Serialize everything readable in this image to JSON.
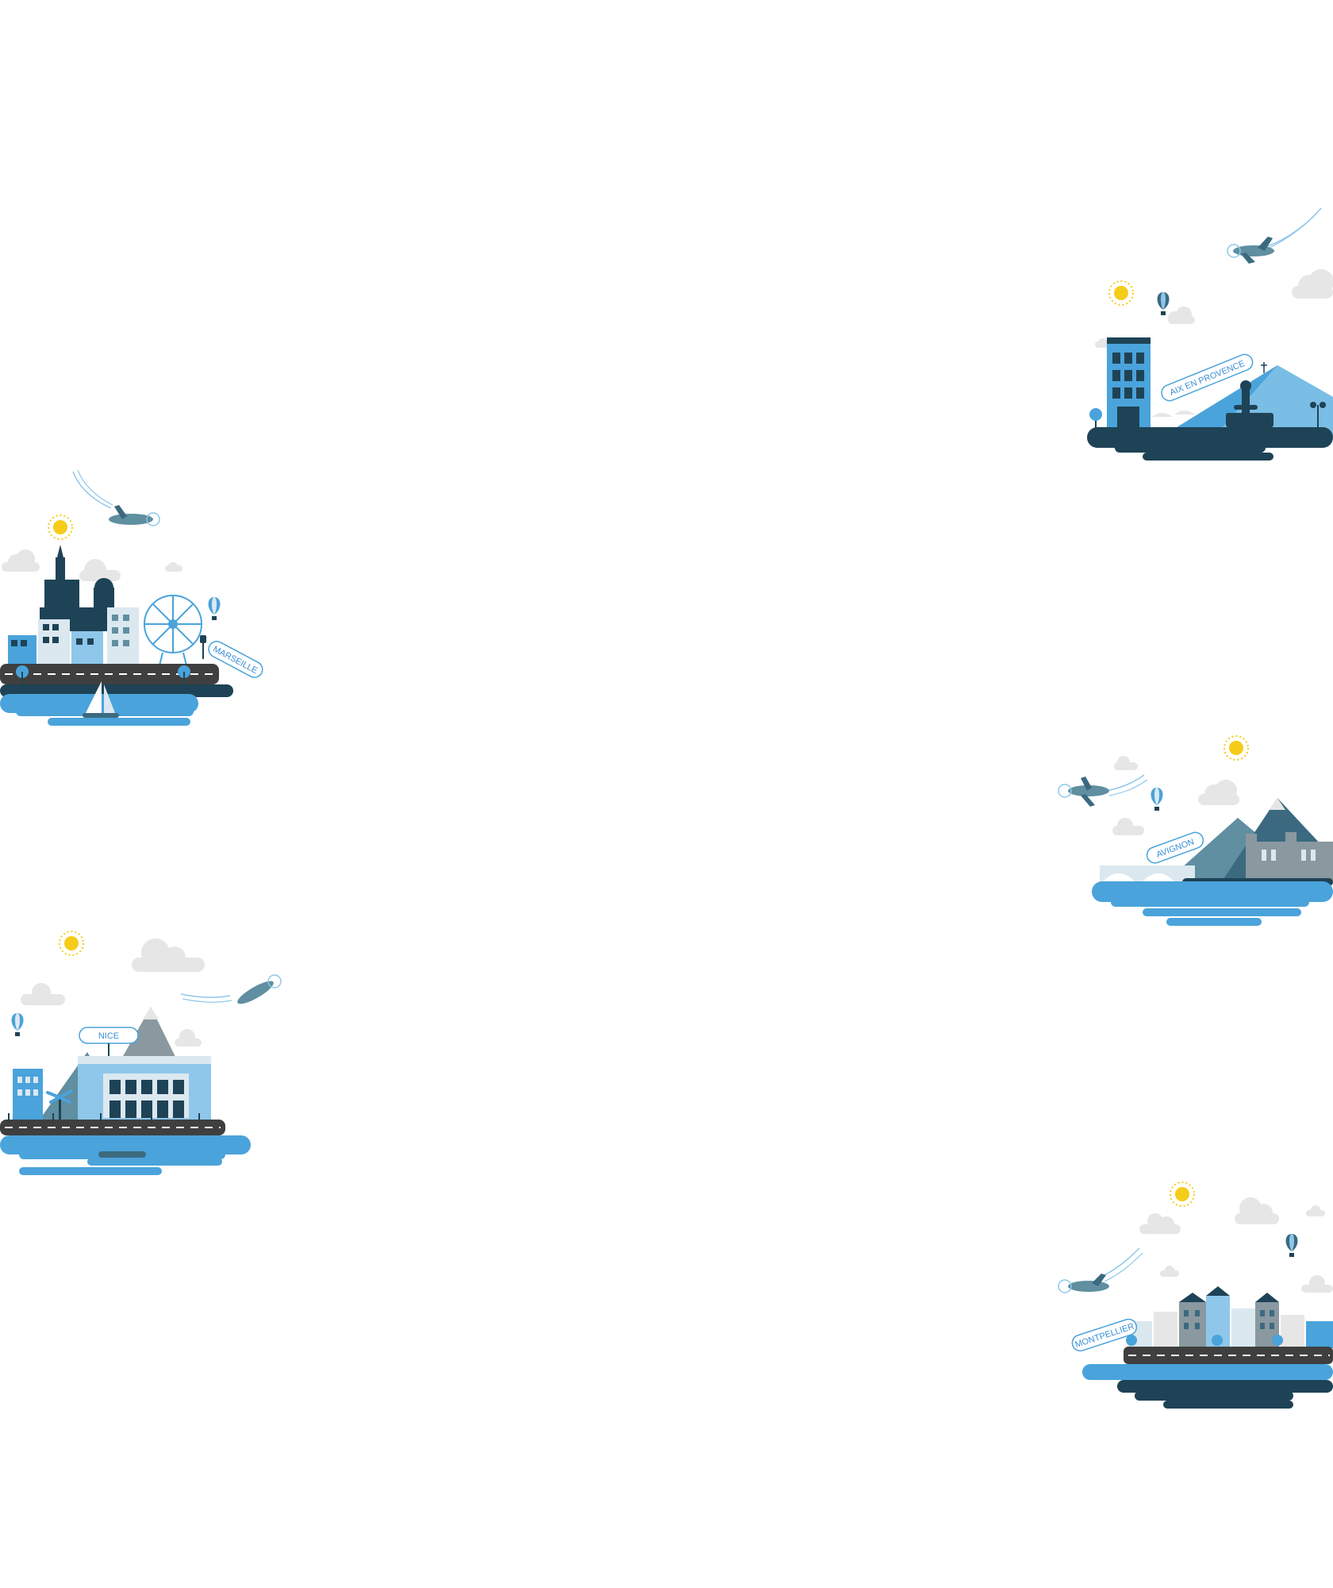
{
  "colors": {
    "dark": "#1e4356",
    "mid": "#3b6a80",
    "teal": "#5f8fa0",
    "sky": "#4aa3db",
    "light_sky": "#8fc7ea",
    "pale": "#dbe8f0",
    "sun": "#f5cc19",
    "cloud": "#e6e6e6",
    "road": "#3f3f3f",
    "grey": "#8a98a0"
  },
  "cities": {
    "aix": {
      "label": "AIX EN PROVENCE"
    },
    "marseille": {
      "label": "MARSEILLE"
    },
    "avignon": {
      "label": "AVIGNON"
    },
    "nice": {
      "label": "NICE"
    },
    "montpellier": {
      "label": "MONTPELLIER"
    }
  }
}
